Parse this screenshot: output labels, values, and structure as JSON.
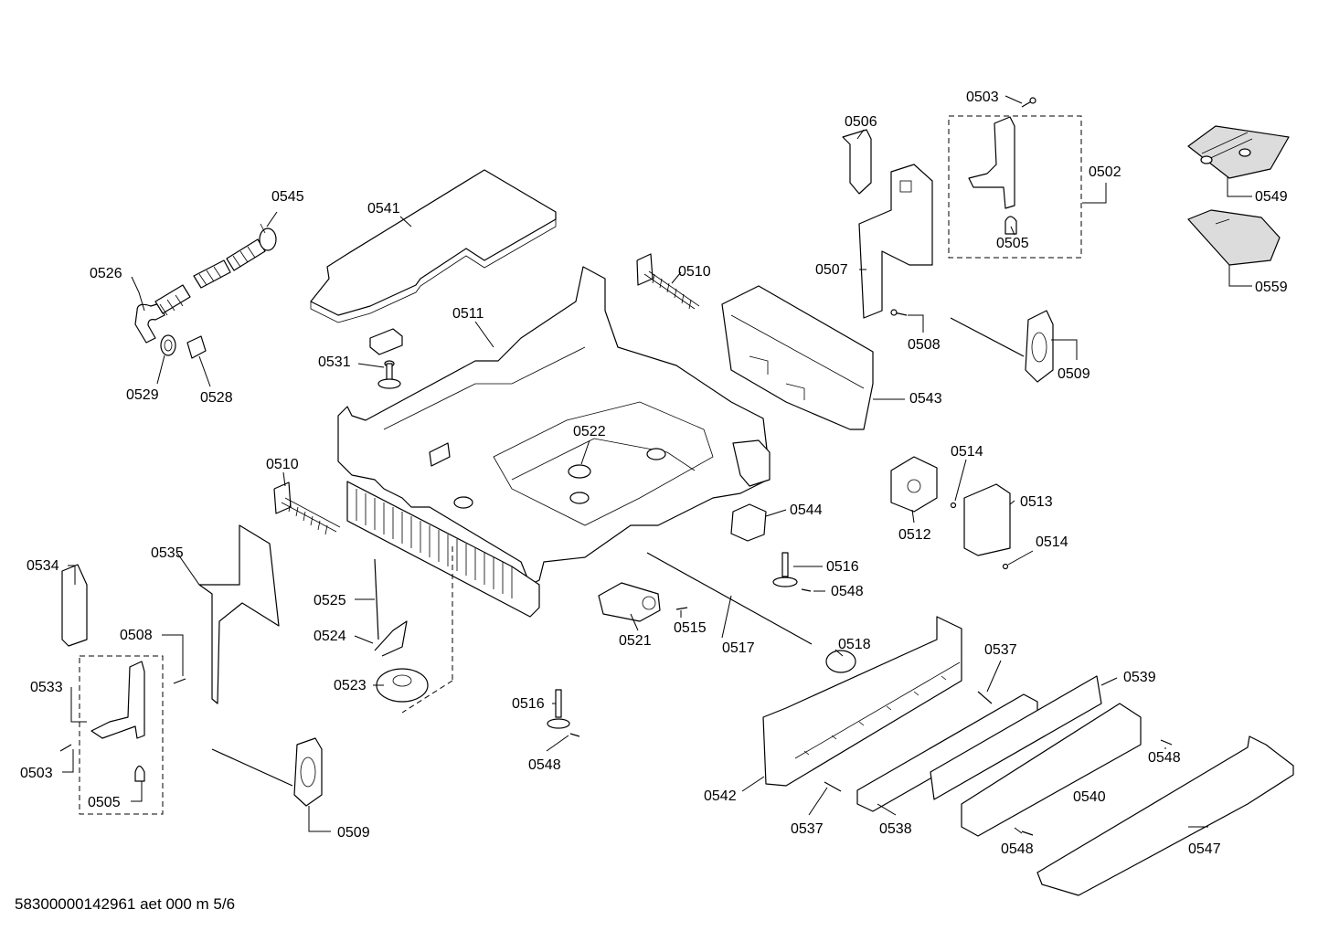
{
  "footer": {
    "document_code": "58300000142961 aet 000 m 5/6"
  },
  "labels": {
    "p0503a": "0503",
    "p0502": "0502",
    "p0506": "0506",
    "p0505a": "0505",
    "p0507": "0507",
    "p0508a": "0508",
    "p0509a": "0509",
    "p0543": "0543",
    "p0549": "0549",
    "p0559": "0559",
    "p0545": "0545",
    "p0541": "0541",
    "p0526": "0526",
    "p0529": "0529",
    "p0528": "0528",
    "p0531": "0531",
    "p0511": "0511",
    "p0510a": "0510",
    "p0510b": "0510",
    "p0522": "0522",
    "p0514a": "0514",
    "p0513": "0513",
    "p0512": "0512",
    "p0514b": "0514",
    "p0544": "0544",
    "p0516a": "0516",
    "p0548a": "0548",
    "p0535": "0535",
    "p0534": "0534",
    "p0525": "0525",
    "p0524": "0524",
    "p0508b": "0508",
    "p0533": "0533",
    "p0523": "0523",
    "p0503b": "0503",
    "p0505b": "0505",
    "p0509b": "0509",
    "p0521": "0521",
    "p0515": "0515",
    "p0517": "0517",
    "p0518": "0518",
    "p0537a": "0537",
    "p0539": "0539",
    "p0516b": "0516",
    "p0548b": "0548",
    "p0548c": "0548",
    "p0542": "0542",
    "p0537b": "0537",
    "p0538": "0538",
    "p0540": "0540",
    "p0548d": "0548",
    "p0547": "0547"
  }
}
